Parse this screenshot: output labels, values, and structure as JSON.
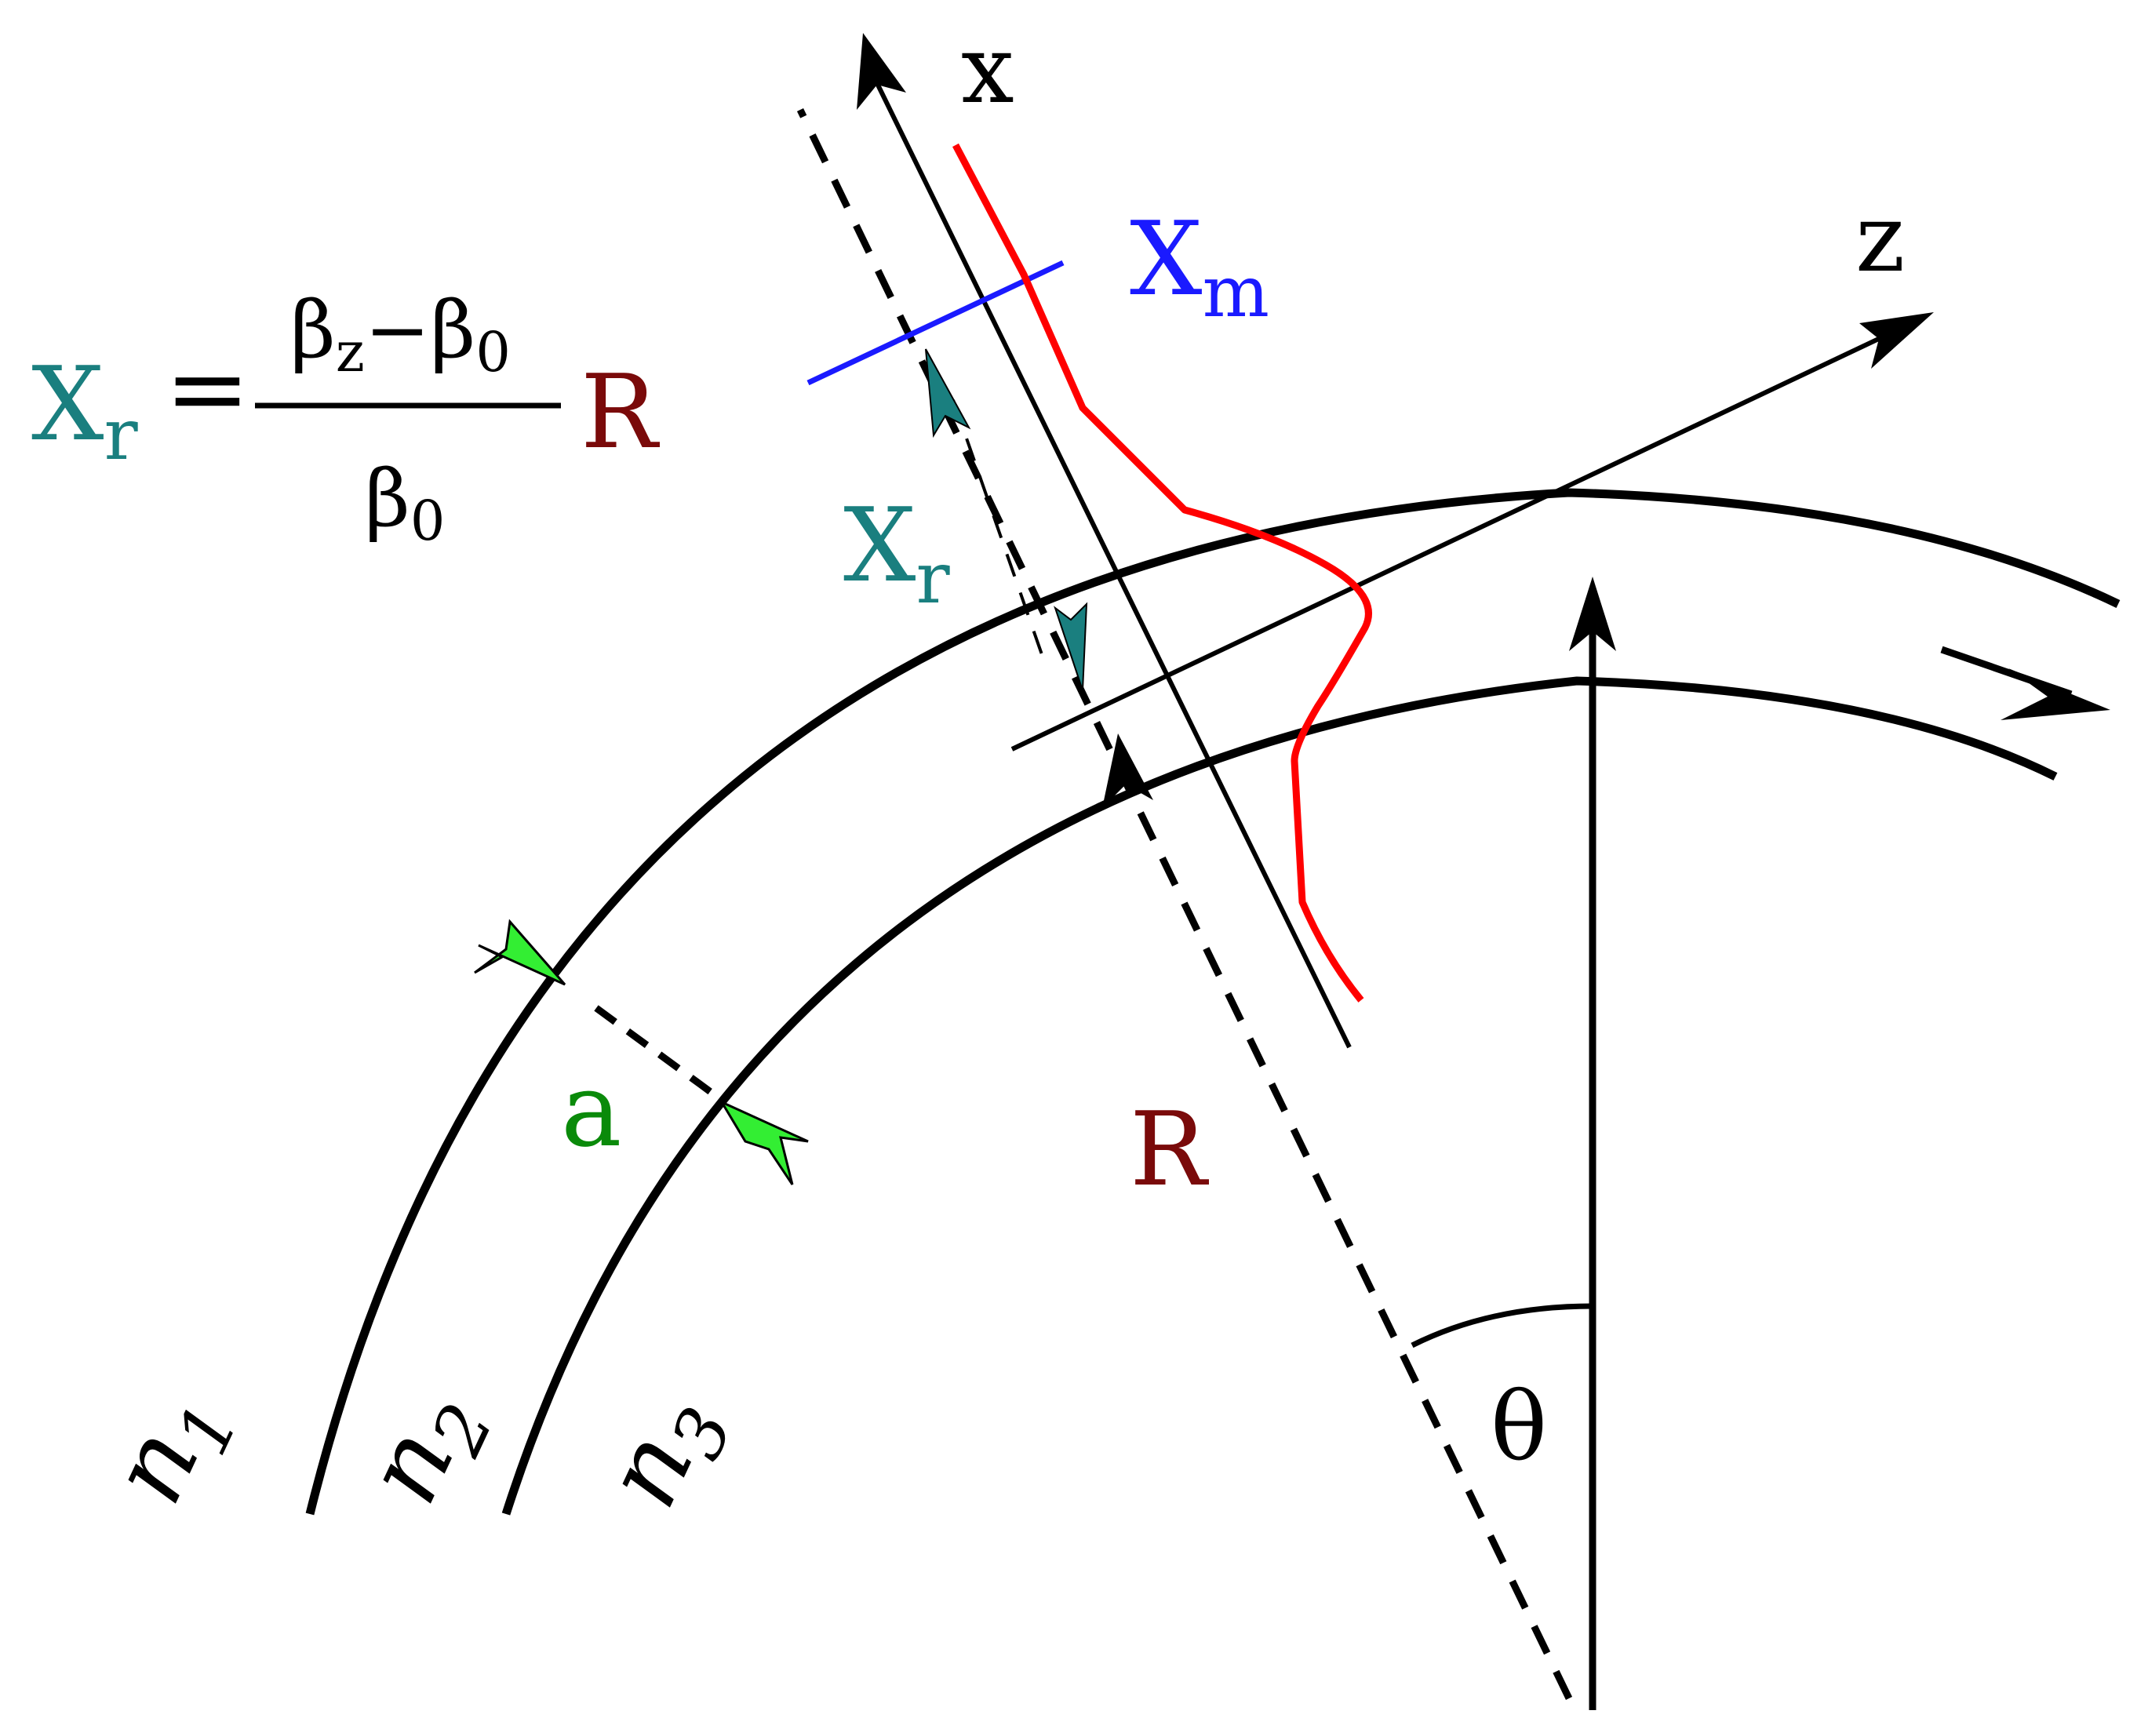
{
  "colors": {
    "black": "#000000",
    "teal": "#1a7f7f",
    "blue": "#1a1aff",
    "red": "#ff0000",
    "darkred": "#7a0a0a",
    "green": "#0a8a0a",
    "lightgreen": "#33ee33"
  },
  "formula": {
    "lhs_main": "X",
    "lhs_sub": "r",
    "equals": "=",
    "num_beta": "β",
    "num_sub_z": "z",
    "num_minus": "−",
    "num_beta2": "β",
    "num_sub_0": "0",
    "den_beta": "β",
    "den_sub_0": "0",
    "rhs": "R"
  },
  "labels": {
    "axis_x": "x",
    "axis_z": "z",
    "xm_main": "X",
    "xm_sub": "m",
    "xr_main": "X",
    "xr_sub": "r",
    "radius": "R",
    "width": "a",
    "theta": "θ",
    "n1_main": "n",
    "n1_sub": "1",
    "n2_main": "n",
    "n2_sub": "2",
    "n3_main": "n",
    "n3_sub": "3"
  }
}
